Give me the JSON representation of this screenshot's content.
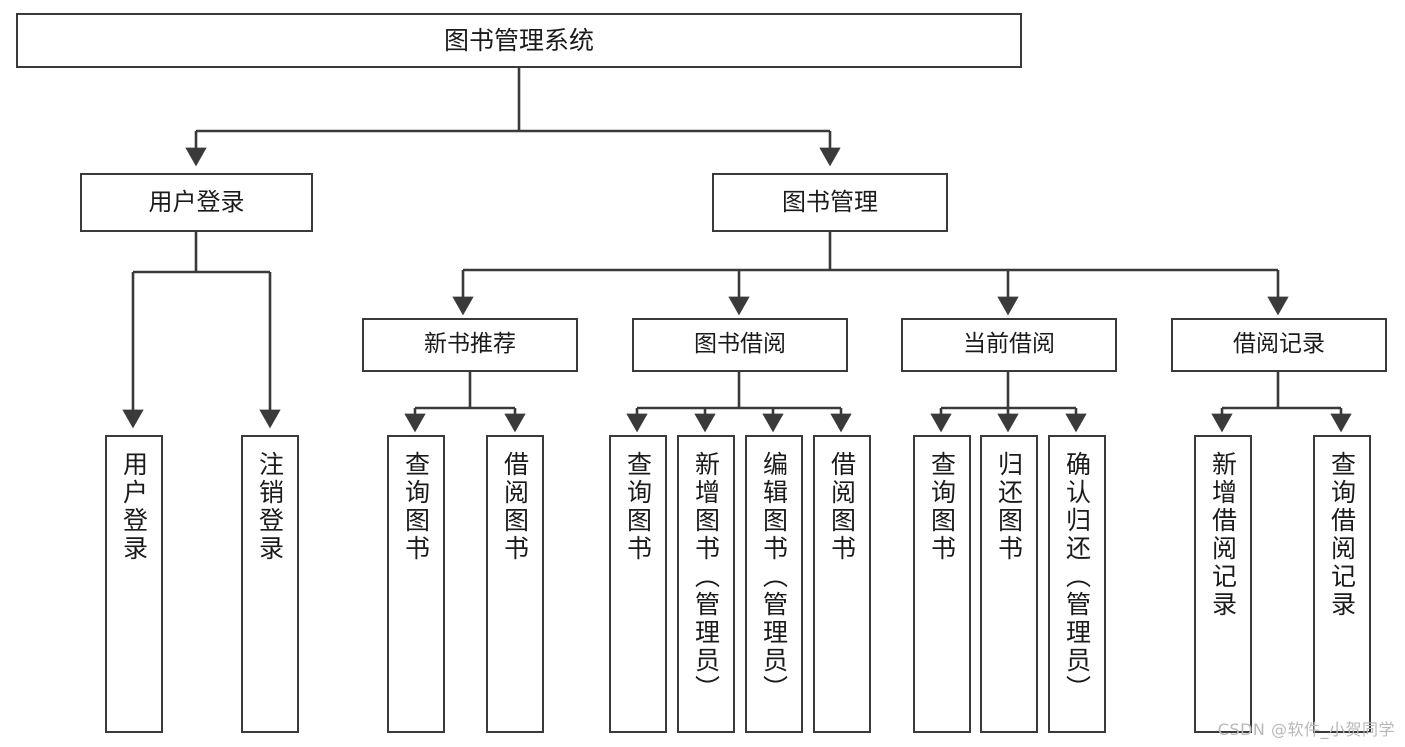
{
  "diagram": {
    "title": "图书管理系统",
    "type": "tree",
    "orientation": "top-down",
    "theme": {
      "background": "#ffffff",
      "box_fill": "#ffffff",
      "box_stroke": "#3a3a3a",
      "edge_stroke": "#3a3a3a",
      "text_color": "#1b1b1b",
      "watermark_color": "#b8b8b8"
    },
    "nodes": {
      "root": {
        "id": "root",
        "label": "图书管理系统",
        "level": 0
      },
      "level1": [
        {
          "id": "user-login",
          "label": "用户登录",
          "level": 1
        },
        {
          "id": "book-manage",
          "label": "图书管理",
          "level": 1
        }
      ],
      "level2": [
        {
          "id": "new-book-recommend",
          "label": "新书推荐",
          "level": 2,
          "parent": "book-manage"
        },
        {
          "id": "book-borrow",
          "label": "图书借阅",
          "level": 2,
          "parent": "book-manage"
        },
        {
          "id": "current-borrow",
          "label": "当前借阅",
          "level": 2,
          "parent": "book-manage"
        },
        {
          "id": "borrow-record",
          "label": "借阅记录",
          "level": 2,
          "parent": "book-manage"
        }
      ],
      "leaves": [
        {
          "id": "leaf-user-login",
          "label": "用户登录",
          "parent": "user-login"
        },
        {
          "id": "leaf-user-logout",
          "label": "注销登录",
          "parent": "user-login"
        },
        {
          "id": "leaf-query-book-1",
          "label": "查询图书",
          "parent": "new-book-recommend"
        },
        {
          "id": "leaf-borrow-book-1",
          "label": "借阅图书",
          "parent": "new-book-recommend"
        },
        {
          "id": "leaf-query-book-2",
          "label": "查询图书",
          "parent": "book-borrow"
        },
        {
          "id": "leaf-add-book",
          "label": "新增图书（管理员）",
          "parent": "book-borrow"
        },
        {
          "id": "leaf-edit-book",
          "label": "编辑图书（管理员）",
          "parent": "book-borrow"
        },
        {
          "id": "leaf-borrow-book-2",
          "label": "借阅图书",
          "parent": "book-borrow"
        },
        {
          "id": "leaf-query-book-3",
          "label": "查询图书",
          "parent": "current-borrow"
        },
        {
          "id": "leaf-return-book",
          "label": "归还图书",
          "parent": "current-borrow"
        },
        {
          "id": "leaf-confirm-return",
          "label": "确认归还（管理员）",
          "parent": "current-borrow"
        },
        {
          "id": "leaf-add-record",
          "label": "新增借阅记录",
          "parent": "borrow-record"
        },
        {
          "id": "leaf-query-record",
          "label": "查询借阅记录",
          "parent": "borrow-record"
        }
      ]
    },
    "watermark": "CSDN @软件_小贺同学"
  }
}
